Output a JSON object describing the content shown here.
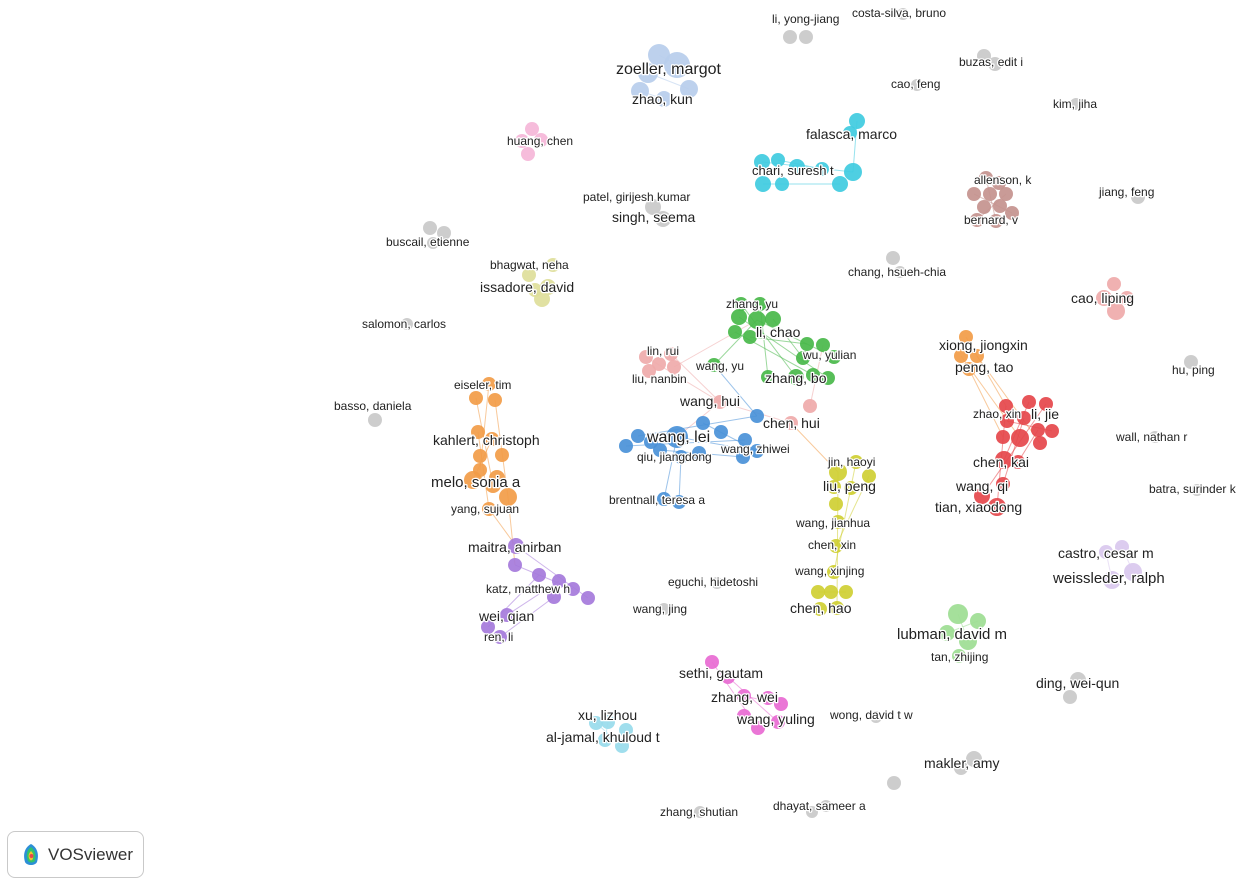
{
  "app": {
    "name": "VOSviewer"
  },
  "colors": {
    "grey": "#c9c9c9",
    "blue_light": "#b7cdec",
    "cyan": "#3fcbe0",
    "pink_light": "#f5b6d8",
    "brown": "#c4928e",
    "yellow_light": "#dede9a",
    "salmon": "#efaaaa",
    "green": "#49b84a",
    "orange": "#f29c48",
    "blue": "#4a91d8",
    "red": "#e5474b",
    "yellow": "#cfcf33",
    "purple": "#a579db",
    "lavender": "#d9c8ee",
    "green_light": "#9ddd93",
    "magenta": "#e86ad2",
    "sky": "#98dbec"
  },
  "labels": [
    "li, yong-jiang",
    "costa-silva, bruno",
    "zoeller, margot",
    "zhao, kun",
    "buzas, edit i",
    "cao, feng",
    "kim, jiha",
    "falasca, marco",
    "huang, chen",
    "chari, suresh t",
    "allenson, k",
    "jiang, feng",
    "bernard, v",
    "patel, girijesh kumar",
    "singh, seema",
    "buscail, etienne",
    "bhagwat, neha",
    "issadore, david",
    "chang, hsueh-chia",
    "cao, liping",
    "salomon, carlos",
    "zhang, yu",
    "li, chao",
    "lin, rui",
    "wu, yulian",
    "xiong, jiongxin",
    "wang, yu",
    "liu, nanbin",
    "zhang, bo",
    "peng, tao",
    "hu, ping",
    "eiseler, tim",
    "wang, hui",
    "basso, daniela",
    "zhao, xin",
    "li, jie",
    "chen, hui",
    "kahlert, christoph",
    "wang, lei",
    "wall, nathan r",
    "wang, zhiwei",
    "qiu, jiangdong",
    "chen, kai",
    "jin, haoyi",
    "liu, peng",
    "melo, sonia a",
    "wang, qi",
    "batra, surinder k",
    "brentnall, teresa a",
    "yang, sujuan",
    "tian, xiaodong",
    "wang, jianhua",
    "maitra, anirban",
    "chen, xin",
    "castro, cesar m",
    "wang, xinjing",
    "weissleder, ralph",
    "katz, matthew h",
    "eguchi, hidetoshi",
    "wang, jing",
    "chen, hao",
    "wei, qian",
    "lubman, david m",
    "ren, li",
    "tan, zhijing",
    "sethi, gautam",
    "ding, wei-qun",
    "zhang, wei",
    "xu, lizhou",
    "wang, yuling",
    "wong, david t w",
    "al-jamal, khuloud t",
    "makler, amy",
    "zhang, shutian",
    "dhayat, sameer a"
  ]
}
